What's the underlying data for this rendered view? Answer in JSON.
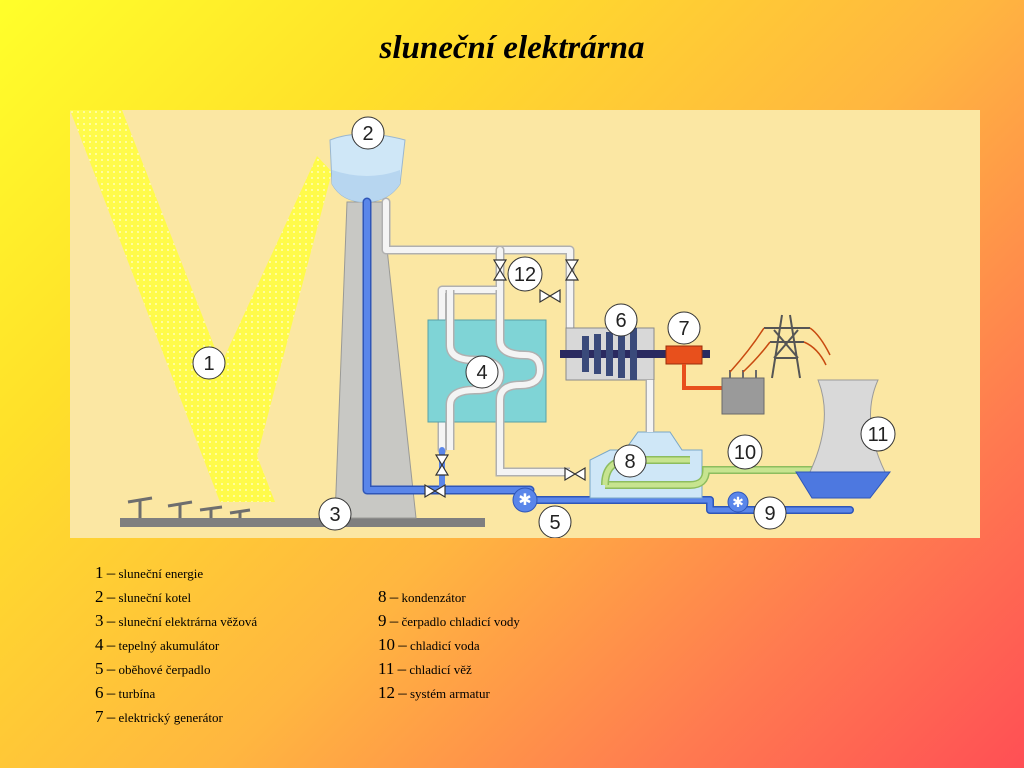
{
  "title": "sluneční elektrárna",
  "markers": [
    "1",
    "2",
    "3",
    "4",
    "5",
    "6",
    "7",
    "8",
    "9",
    "10",
    "11",
    "12"
  ],
  "legend": [
    {
      "num": "1",
      "dash": "–",
      "text": "sluneční energie"
    },
    {
      "num": "2",
      "dash": "–",
      "text": "sluneční kotel"
    },
    {
      "num": "3",
      "dash": "–",
      "text": "sluneční elektrárna věžová"
    },
    {
      "num": "4",
      "dash": "–",
      "text": "tepelný akumulátor"
    },
    {
      "num": "5",
      "dash": "–",
      "text": "oběhové čerpadlo"
    },
    {
      "num": "6",
      "dash": "–",
      "text": "turbína"
    },
    {
      "num": "7",
      "dash": "–",
      "text": "elektrický generátor"
    },
    {
      "num": "8",
      "dash": "–",
      "text": "kondenzátor"
    },
    {
      "num": "9",
      "dash": "–",
      "text": "čerpadlo chladicí vody"
    },
    {
      "num": "10",
      "dash": "–",
      "text": "chladicí voda"
    },
    {
      "num": "11",
      "dash": "–",
      "text": "chladicí věž"
    },
    {
      "num": "12",
      "dash": "–",
      "text": "systém armatur"
    }
  ],
  "colors": {
    "panel": "#fbe7a3",
    "beam": "#fffb4a",
    "tower": "#c8c8c4",
    "hot_pipe": "#f4f4f4",
    "cold_pipe": "#4d78e0",
    "storage": "#7fd4d6",
    "generator": "#e8501c",
    "cooling_water": "#c7e48f"
  },
  "icons": [
    "valve-icon",
    "pump-icon",
    "transmission-pylon-icon",
    "transformer-icon",
    "heliostat-icon",
    "cooling-tower-icon"
  ]
}
